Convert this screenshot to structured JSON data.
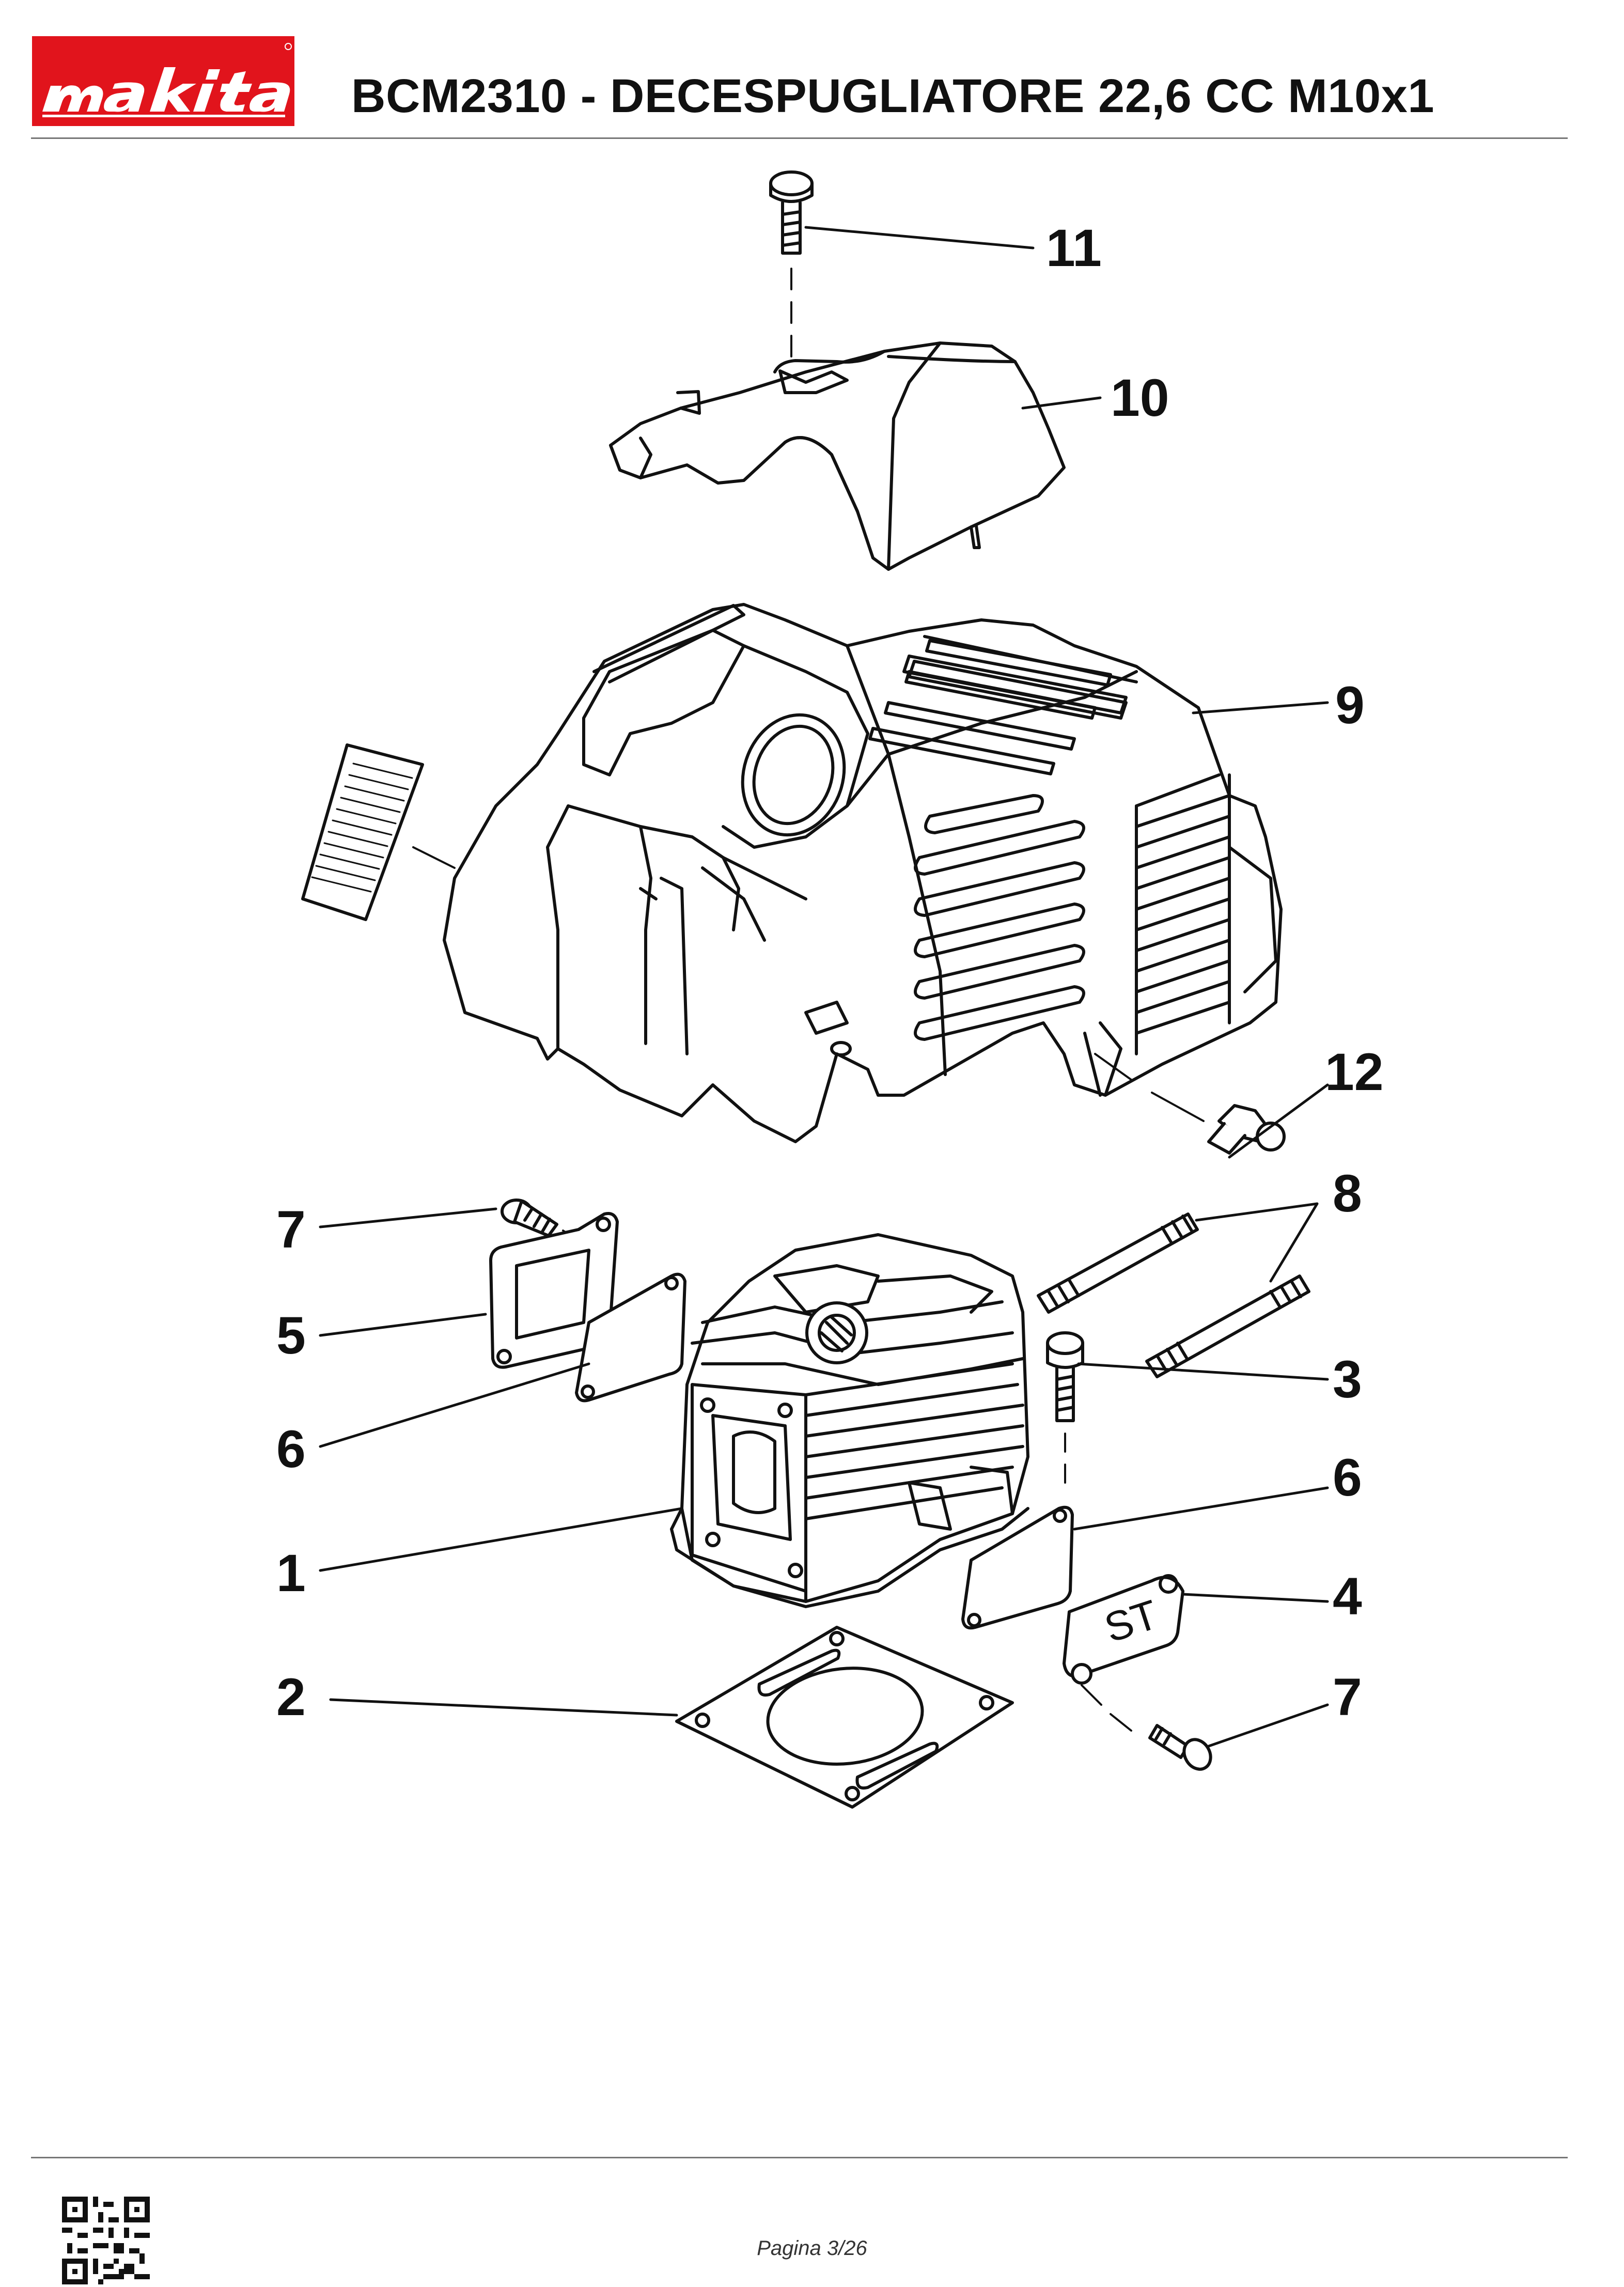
{
  "header": {
    "brand": "makita",
    "brand_color": "#e1141c",
    "title": "BCM2310 - DECESPUGLIATORE 22,6 CC M10x1"
  },
  "diagram": {
    "callouts": [
      {
        "id": "11",
        "label": "11"
      },
      {
        "id": "10",
        "label": "10"
      },
      {
        "id": "9",
        "label": "9"
      },
      {
        "id": "12",
        "label": "12"
      },
      {
        "id": "7a",
        "label": "7"
      },
      {
        "id": "8",
        "label": "8"
      },
      {
        "id": "5",
        "label": "5"
      },
      {
        "id": "3",
        "label": "3"
      },
      {
        "id": "6a",
        "label": "6"
      },
      {
        "id": "6b",
        "label": "6"
      },
      {
        "id": "1",
        "label": "1"
      },
      {
        "id": "4",
        "label": "4"
      },
      {
        "id": "2",
        "label": "2"
      },
      {
        "id": "7b",
        "label": "7"
      }
    ],
    "stamp_text": "ST"
  },
  "footer": {
    "page": "Pagina 3/26",
    "qr_icon": "qr-code-icon"
  }
}
